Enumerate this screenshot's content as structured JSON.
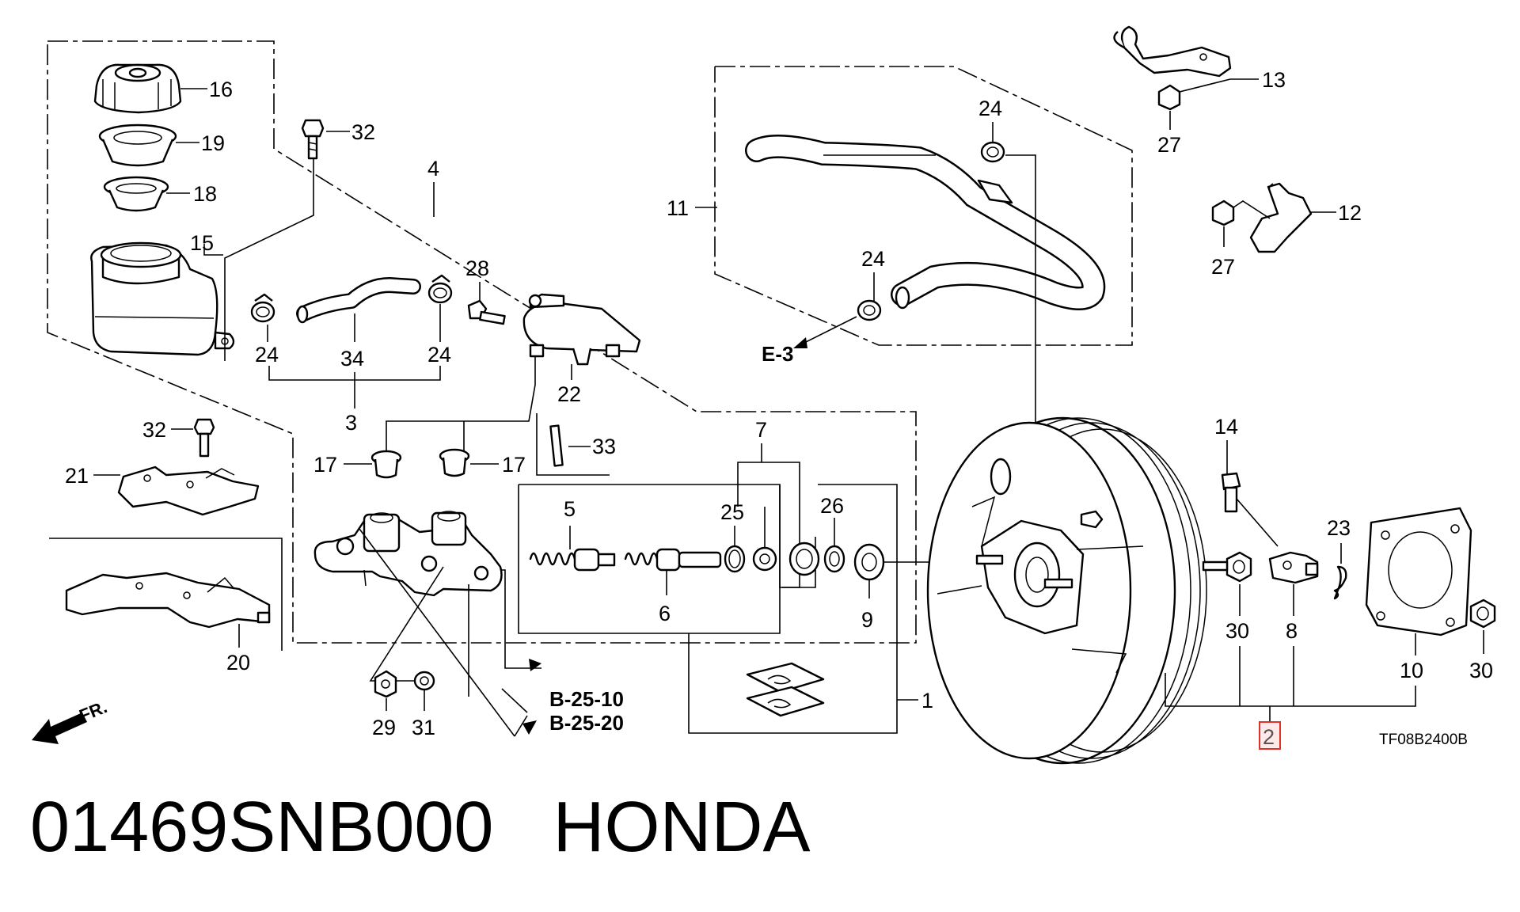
{
  "caption": {
    "part_number": "01469SNB000",
    "brand": "HONDA"
  },
  "diagram_code": "TF08B2400B",
  "direction_label": "FR.",
  "references": {
    "e3": "E-3",
    "b2510": "B-25-10",
    "b2520": "B-25-20"
  },
  "highlight": {
    "label": "2",
    "color": "#e0302a"
  },
  "callouts": {
    "c1": "1",
    "c3": "3",
    "c4": "4",
    "c5": "5",
    "c6": "6",
    "c7": "7",
    "c8": "8",
    "c9": "9",
    "c10": "10",
    "c11": "11",
    "c12": "12",
    "c13": "13",
    "c14": "14",
    "c15": "15",
    "c16": "16",
    "c17a": "17",
    "c17b": "17",
    "c18": "18",
    "c19": "19",
    "c20": "20",
    "c21": "21",
    "c22": "22",
    "c23": "23",
    "c24a": "24",
    "c24b": "24",
    "c24c": "24",
    "c24d": "24",
    "c25": "25",
    "c26": "26",
    "c27a": "27",
    "c27b": "27",
    "c28": "28",
    "c29": "29",
    "c30a": "30",
    "c30b": "30",
    "c31": "31",
    "c32a": "32",
    "c32b": "32",
    "c33": "33",
    "c34": "34"
  }
}
